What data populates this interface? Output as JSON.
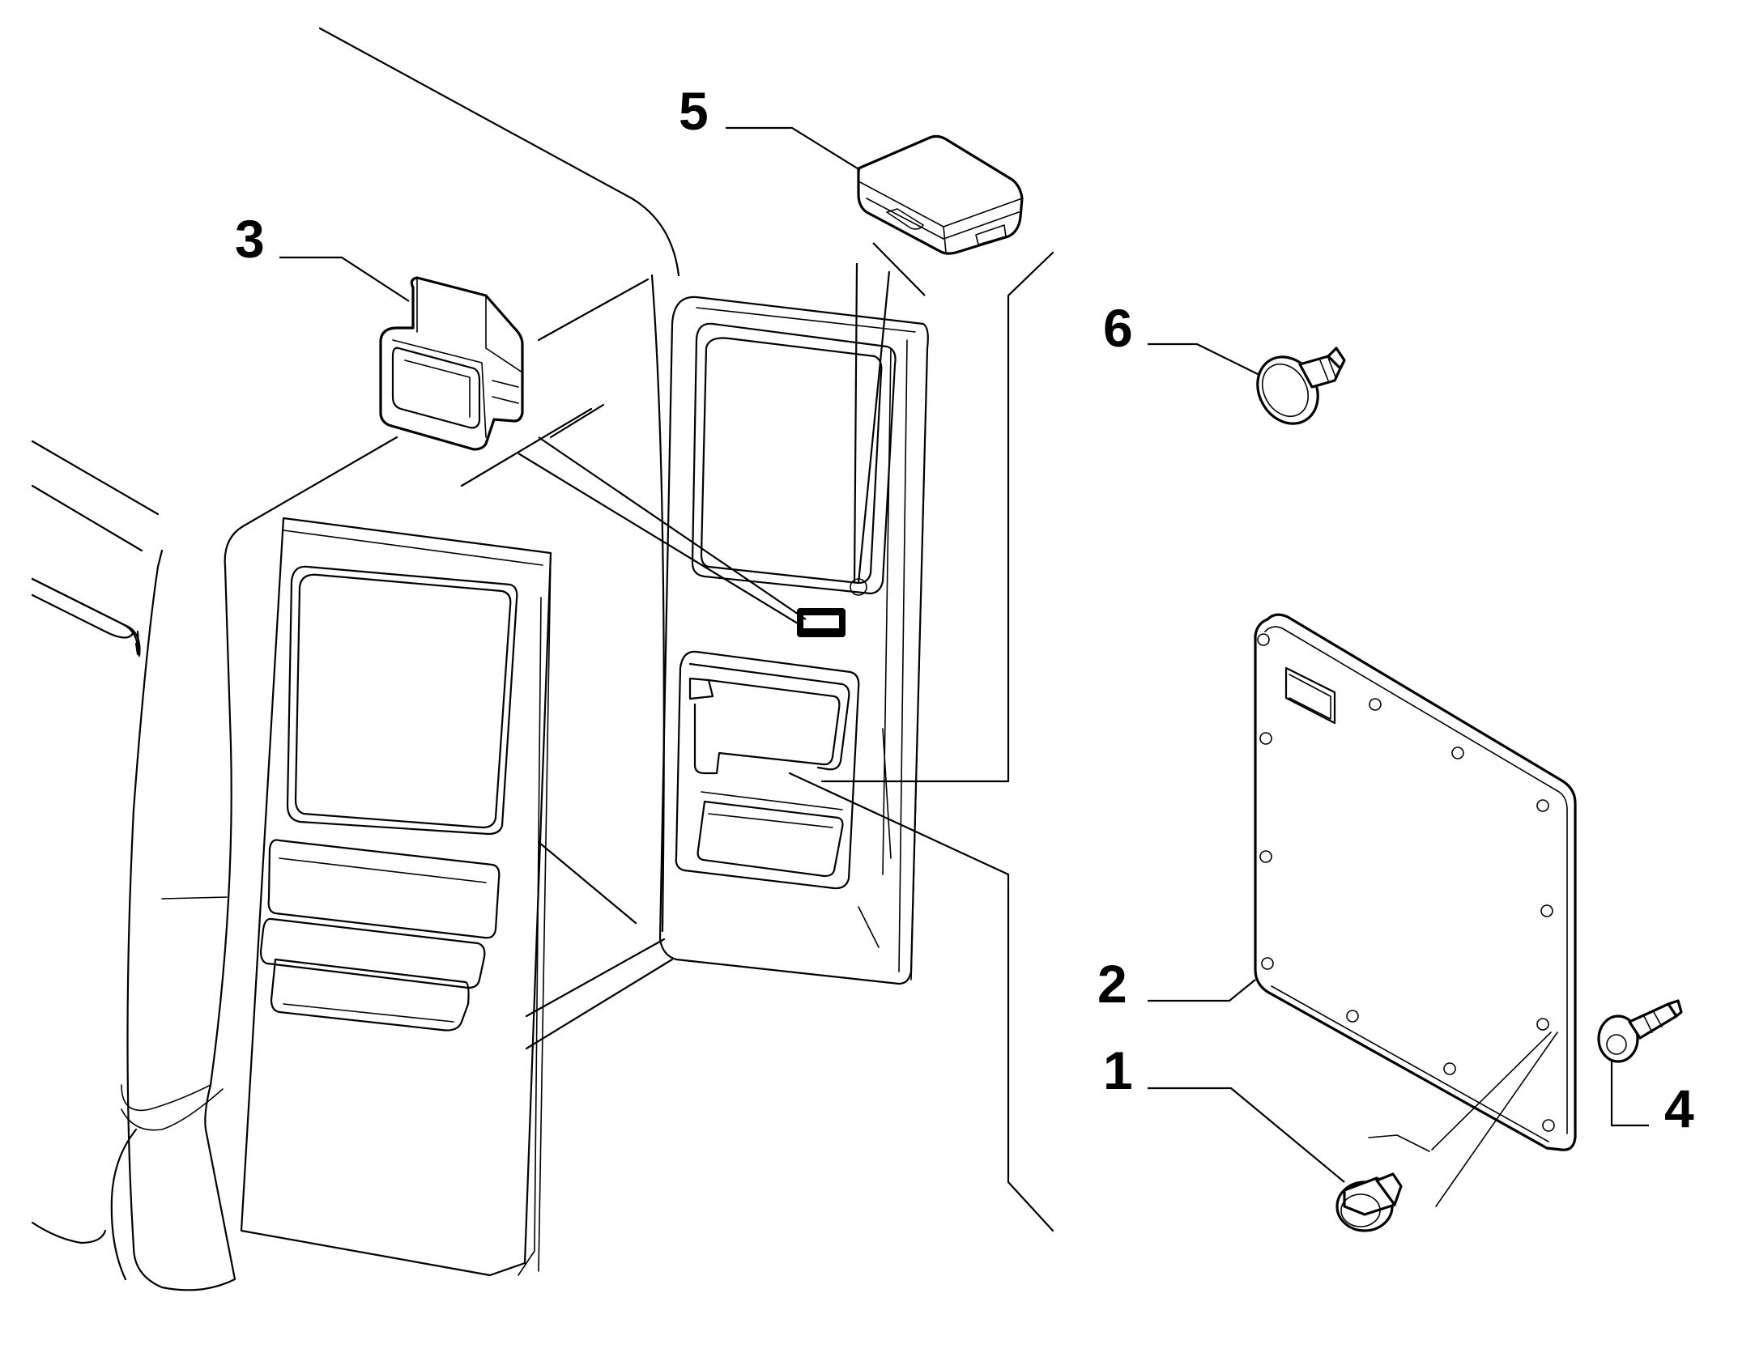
{
  "callouts": [
    {
      "id": "1",
      "label": "1",
      "part": "push-rivet"
    },
    {
      "id": "2",
      "label": "2",
      "part": "door-trim-panel"
    },
    {
      "id": "3",
      "label": "3",
      "part": "door-handle-bezel"
    },
    {
      "id": "4",
      "label": "4",
      "part": "screw"
    },
    {
      "id": "5",
      "label": "5",
      "part": "cover-cap"
    },
    {
      "id": "6",
      "label": "6",
      "part": "trim-clip"
    }
  ],
  "colors": {
    "line": "#000000",
    "background": "#ffffff"
  }
}
